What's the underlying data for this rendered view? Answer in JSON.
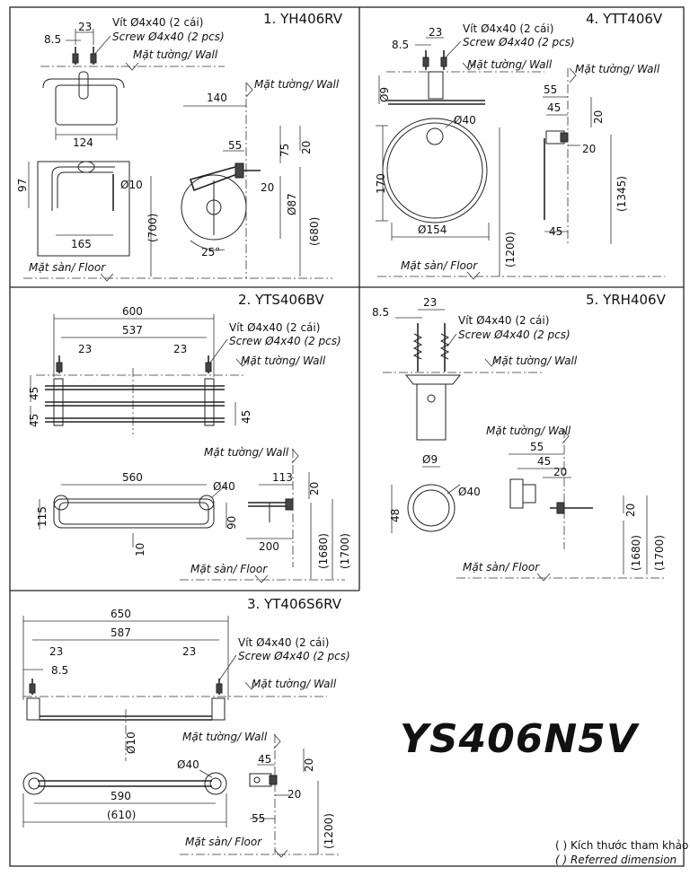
{
  "model_title": "YS406N5V",
  "common": {
    "screw_vi": "Vít Ø4x40 (2 cái)",
    "screw_en": "Screw Ø4x40 (2 pcs)",
    "wall": "Mặt tường/ Wall",
    "floor": "Mặt sàn/ Floor"
  },
  "legend": {
    "line_vi": "( ) Kích thước tham khảo",
    "line_en": "( ) Referred dimension"
  },
  "panels": {
    "p1": {
      "title": "1. YH406RV",
      "dims": [
        "8.5",
        "23",
        "124",
        "97",
        "Ø10",
        "165",
        "(700)",
        "140",
        "55",
        "75",
        "20",
        "20",
        "Ø87",
        "(680)",
        "25°"
      ]
    },
    "p2": {
      "title": "2. YTS406BV",
      "dims": [
        "600",
        "537",
        "23",
        "23",
        "45",
        "45",
        "45",
        "560",
        "Ø40",
        "115",
        "90",
        "10",
        "113",
        "20",
        "200",
        "(1680)",
        "(1700)"
      ]
    },
    "p3": {
      "title": "3. YT406S6RV",
      "dims": [
        "650",
        "587",
        "23",
        "23",
        "8.5",
        "Ø10",
        "Ø40",
        "590",
        "(610)",
        "20",
        "45",
        "20",
        "55",
        "(1200)"
      ]
    },
    "p4": {
      "title": "4. YTT406V",
      "dims": [
        "8.5",
        "23",
        "Ø9",
        "Ø40",
        "170",
        "Ø154",
        "(1200)",
        "55",
        "45",
        "20",
        "20",
        "(1345)",
        "45"
      ]
    },
    "p5": {
      "title": "5. YRH406V",
      "dims": [
        "8.5",
        "23",
        "Ø9",
        "Ø40",
        "48",
        "55",
        "45",
        "20",
        "20",
        "(1680)",
        "(1700)"
      ]
    }
  }
}
